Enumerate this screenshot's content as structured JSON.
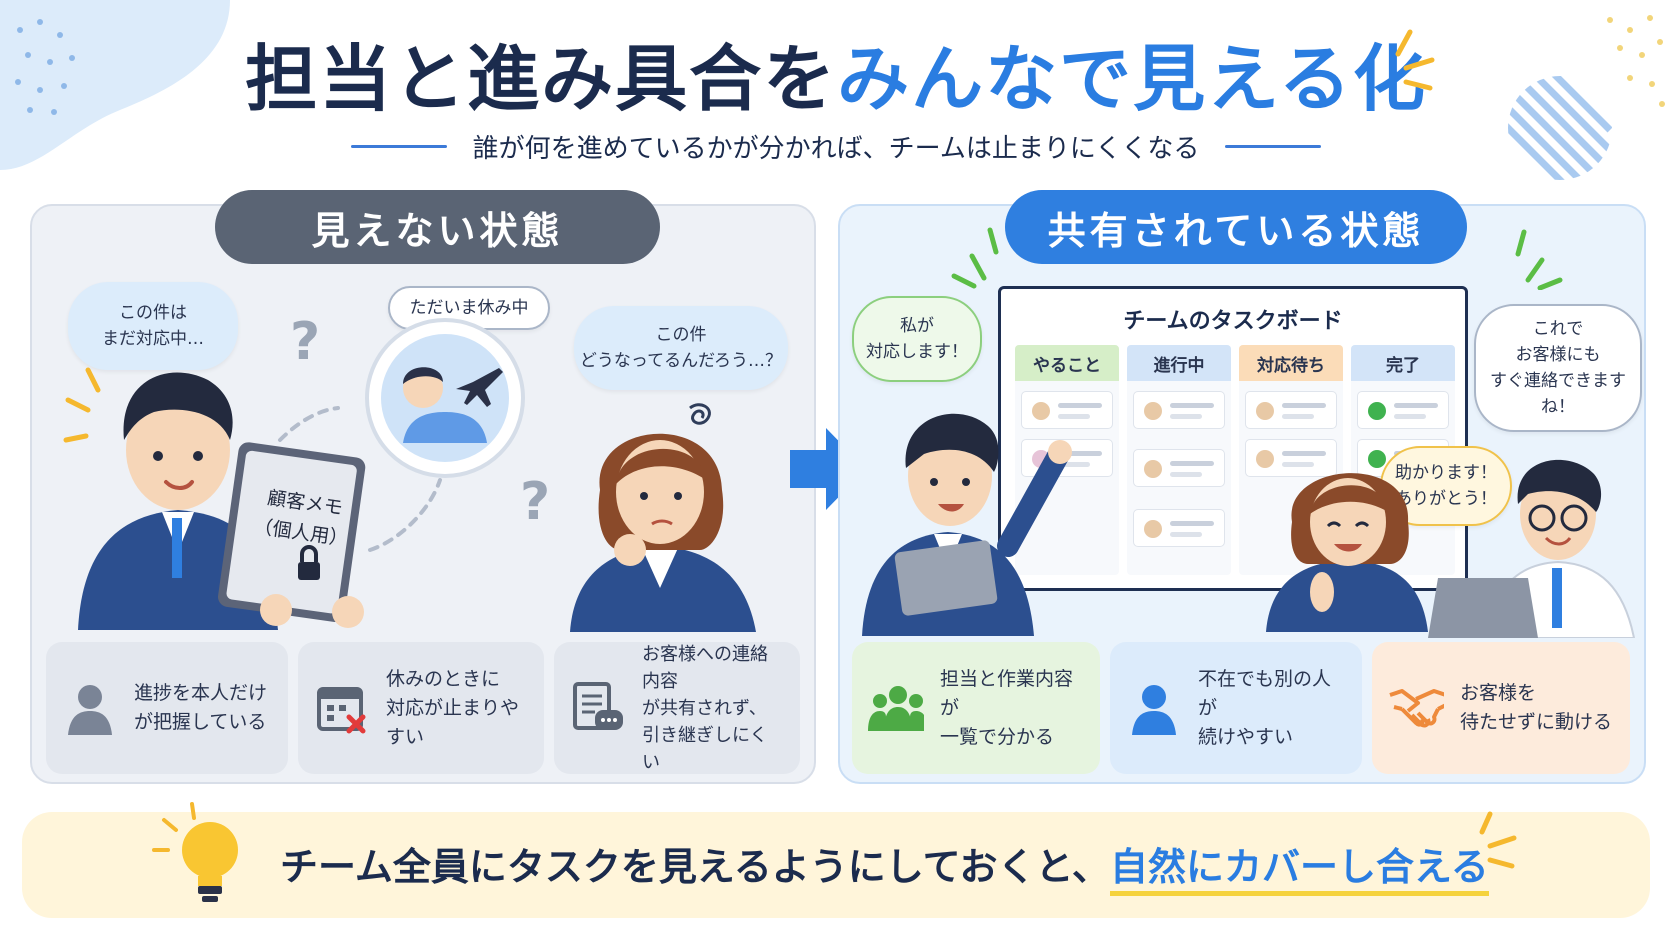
{
  "header": {
    "title_dark": "担当と進み具合を",
    "title_blue": "みんなで見える化",
    "subtitle": "誰が何を進めているかが分かれば、チームは止まりにくくなる"
  },
  "left": {
    "tab_label": "見えない状態",
    "bubble_1": "この件は\nまだ対応中…",
    "bubble_2": "ただいま休み中",
    "bubble_3": "この件\nどうなってるんだろう…？",
    "memo_label": "顧客メモ\n（個人用）",
    "question_mark": "?",
    "cards": [
      {
        "icon": "person-icon",
        "text": "進捗を本人だけ\nが把握している"
      },
      {
        "icon": "calendar-x-icon",
        "text": "休みのときに\n対応が止まりやすい"
      },
      {
        "icon": "document-chat-icon",
        "text": "お客様への連絡内容\nが共有されず、\n引き継ぎしにくい"
      }
    ]
  },
  "right": {
    "tab_label": "共有されている状態",
    "bubble_1": "私が\n対応します！",
    "bubble_2": "これで\nお客様にも\nすぐ連絡できますね！",
    "bubble_3": "助かります！\nありがとう！",
    "board": {
      "title": "チームのタスクボード",
      "columns": [
        {
          "label": "やること",
          "color": "#d6eec8"
        },
        {
          "label": "進行中",
          "color": "#d3e4f8"
        },
        {
          "label": "対応待ち",
          "color": "#fbdcb8"
        },
        {
          "label": "完了",
          "color": "#d3e4f8"
        }
      ]
    },
    "cards": [
      {
        "icon": "team-icon",
        "text": "担当と作業内容が\n一覧で分かる"
      },
      {
        "icon": "person-icon",
        "text": "不在でも別の人が\n続けやすい"
      },
      {
        "icon": "handshake-icon",
        "text": "お客様を\n待たせずに動ける"
      }
    ]
  },
  "footer": {
    "text_dark": "チーム全員にタスクを見えるようにしておくと、",
    "text_blue": "自然にカバーし合える"
  },
  "colors": {
    "accent_blue": "#2a7de1",
    "navy": "#1b2b4d",
    "gray_tab": "#5a6474"
  }
}
